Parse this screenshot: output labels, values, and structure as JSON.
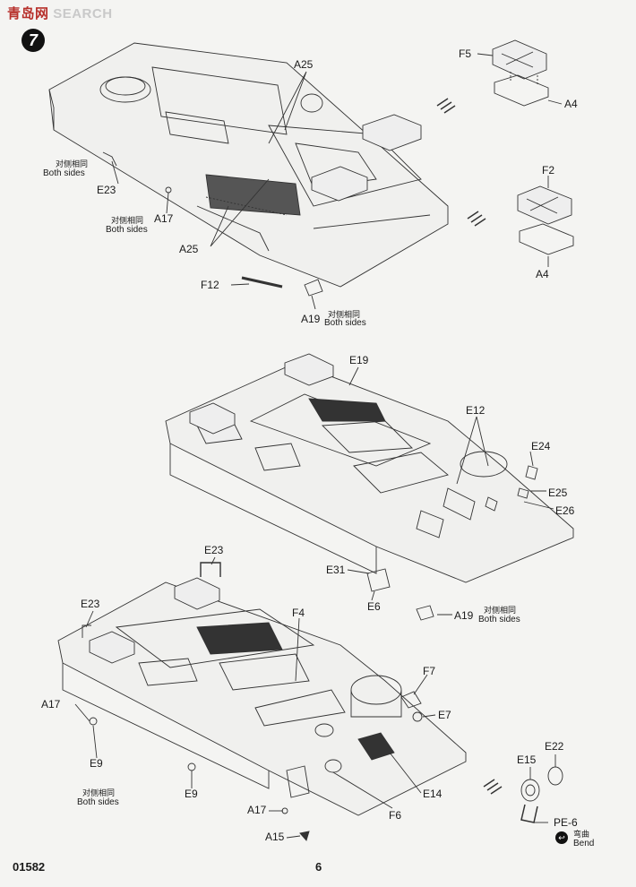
{
  "watermark": {
    "part1": "青岛网",
    "part2": "SEARCH"
  },
  "step_number": "7",
  "labels": {
    "a25_top": "A25",
    "a25_bottom": "A25",
    "e23_top": "E23",
    "a17_top": "A17",
    "f12": "F12",
    "a19_top": "A19",
    "f5": "F5",
    "a4_top": "A4",
    "f2": "F2",
    "a4_bottom": "A4",
    "e19": "E19",
    "e12": "E12",
    "e24": "E24",
    "e25": "E25",
    "e26": "E26",
    "e31": "E31",
    "e6": "E6",
    "a19_mid": "A19",
    "e23_mid": "E23",
    "e23_left": "E23",
    "f4": "F4",
    "a17_left": "A17",
    "e9_left": "E9",
    "e9_mid": "E9",
    "f7": "F7",
    "e7": "E7",
    "e14": "E14",
    "f6": "F6",
    "a17_bottom": "A17",
    "a15": "A15",
    "e15": "E15",
    "e22": "E22",
    "pe6": "PE-6"
  },
  "both_sides": {
    "cn": "对侧相同",
    "en": "Both sides"
  },
  "bend": {
    "cn": "弯曲",
    "en": "Bend"
  },
  "footer": {
    "code": "01582",
    "page": "6"
  }
}
